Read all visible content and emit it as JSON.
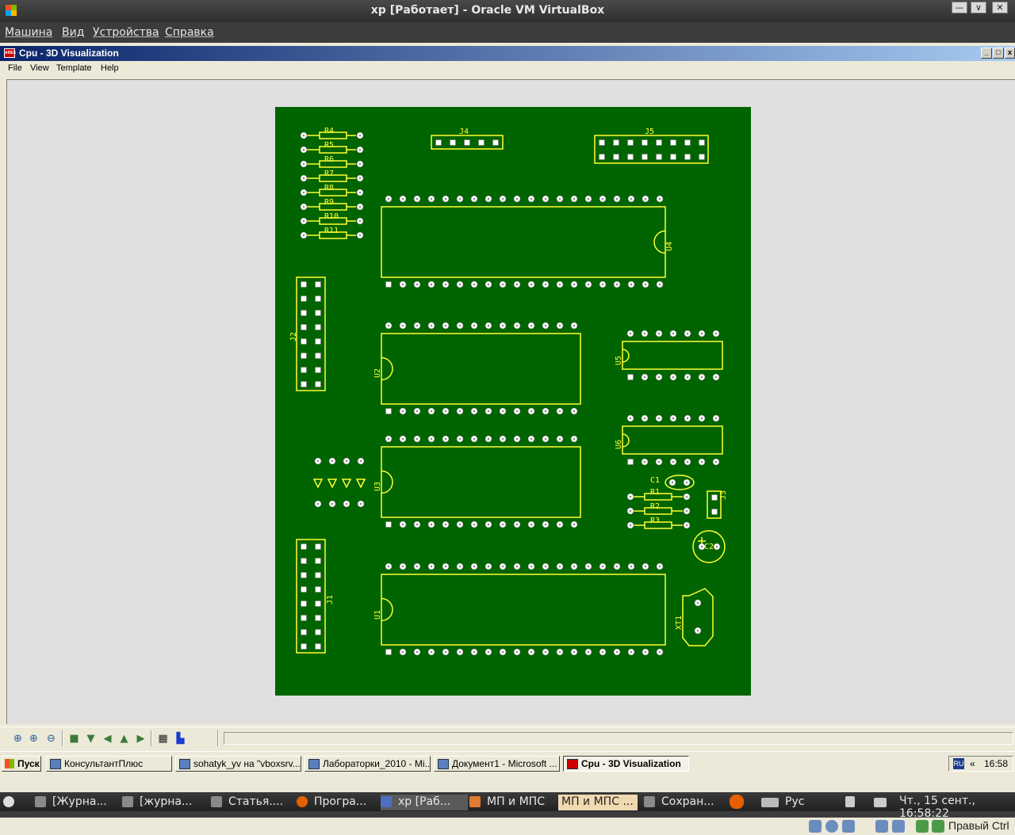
{
  "host_window": {
    "title": "xp [Работает] - Oracle VM VirtualBox",
    "menu": [
      "Машина",
      "Вид",
      "Устройства",
      "Справка"
    ]
  },
  "ares_window": {
    "title": "Cpu - 3D Visualization",
    "menu": [
      "File",
      "View",
      "Template",
      "Help"
    ]
  },
  "pcb": {
    "board_color": "#006400",
    "silk_color": "#ffff33",
    "pad_color": "#ffffff",
    "labels": {
      "r4": "R4",
      "r5": "R5",
      "r6": "R6",
      "r7": "R7",
      "r8": "R8",
      "r9": "R9",
      "r10": "R10",
      "r11": "R11",
      "j4": "J4",
      "j5": "J5",
      "u4": "U4",
      "j2": "J2",
      "u2": "U2",
      "u5": "U5",
      "u6": "U6",
      "u3": "U3",
      "c1": "C1",
      "r1": "R1",
      "r2": "R2",
      "r3": "R3",
      "j3": "J3",
      "c2": "C2",
      "j1": "J1",
      "u1": "U1",
      "xt1": "XT1"
    }
  },
  "toolbar_icons": [
    "crosshair-icon",
    "zoom-in-icon",
    "zoom-out-icon",
    "box-icon",
    "view-down-icon",
    "view-left-icon",
    "view-up-icon",
    "view-right-icon",
    "grid-icon",
    "tray-icon"
  ],
  "guest_taskbar": {
    "start": "Пуск",
    "tasks": [
      "КонсультантПлюс",
      "sohatyk_yv на \"vboxsrv...",
      "Лабораторки_2010 - Mi...",
      "Документ1 - Microsoft ...",
      "Cpu - 3D Visualization"
    ],
    "tray_lang": "RU",
    "tray_chevron": "«",
    "tray_time": "16:58"
  },
  "vb_status": {
    "host_key": "Правый Ctrl"
  },
  "host_panel": {
    "items": [
      "[Журна...",
      "[журна...",
      "Статья....",
      "Програ...",
      "xp [Раб...",
      "МП и МПС",
      "МП и МПС ...",
      "Сохран..."
    ],
    "keyboard": "Рус",
    "clock": "Чт., 15 сент., 16:58:22"
  }
}
